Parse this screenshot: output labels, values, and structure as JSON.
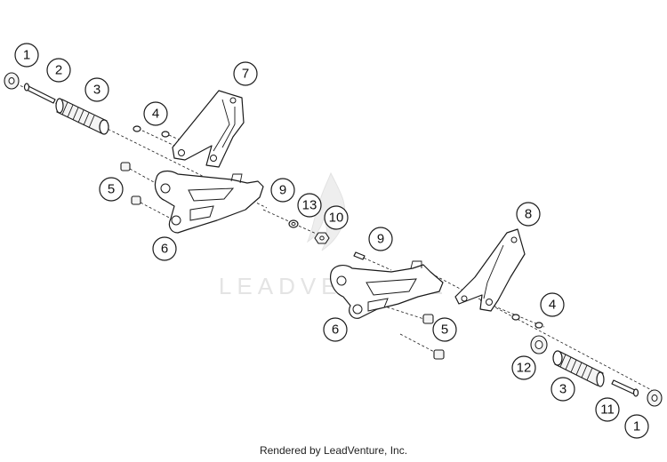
{
  "watermark": {
    "text": "LEADVENTURE"
  },
  "credit": "Rendered by LeadVenture, Inc.",
  "callouts": [
    {
      "id": "c1a",
      "label": "1"
    },
    {
      "id": "c2",
      "label": "2"
    },
    {
      "id": "c3a",
      "label": "3"
    },
    {
      "id": "c4a",
      "label": "4"
    },
    {
      "id": "c7",
      "label": "7"
    },
    {
      "id": "c5a",
      "label": "5"
    },
    {
      "id": "c6a",
      "label": "6"
    },
    {
      "id": "c9a",
      "label": "9"
    },
    {
      "id": "c13",
      "label": "13"
    },
    {
      "id": "c10",
      "label": "10"
    },
    {
      "id": "c9b",
      "label": "9"
    },
    {
      "id": "c8",
      "label": "8"
    },
    {
      "id": "c4b",
      "label": "4"
    },
    {
      "id": "c6b",
      "label": "6"
    },
    {
      "id": "c5b",
      "label": "5"
    },
    {
      "id": "c12",
      "label": "12"
    },
    {
      "id": "c3b",
      "label": "3"
    },
    {
      "id": "c11",
      "label": "11"
    },
    {
      "id": "c1b",
      "label": "1"
    }
  ]
}
